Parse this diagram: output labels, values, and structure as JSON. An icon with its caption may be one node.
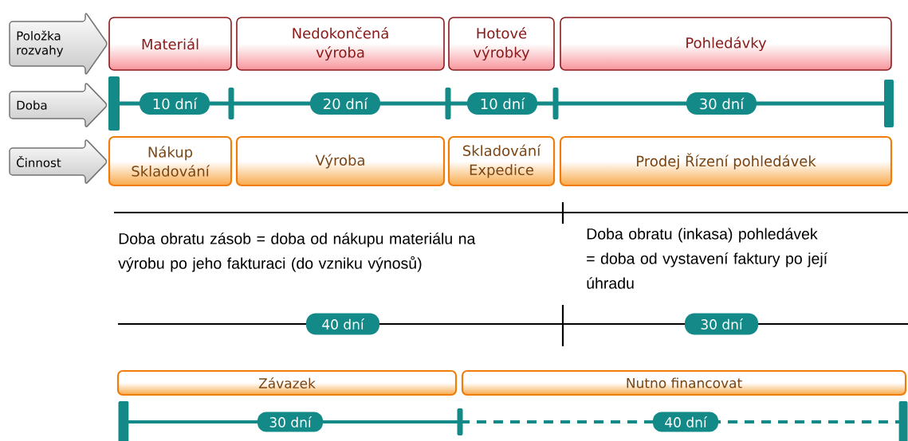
{
  "diagram": {
    "nodes": [
      {
        "text": [
          "Položka rozvahy"
        ]
      },
      {
        "text": [
          "Doba"
        ]
      },
      {
        "text": [
          "Činnost"
        ]
      },
      {
        "text": [
          "Materiál"
        ]
      },
      {
        "text": [
          "Nedokončená výroba"
        ]
      },
      {
        "text": [
          "Hotové výrobky"
        ]
      },
      {
        "text": [
          "Pohledávky"
        ]
      },
      {
        "text": [
          "10 dní"
        ]
      },
      {
        "text": [
          "20 dní"
        ]
      },
      {
        "text": [
          "10 dní"
        ]
      },
      {
        "text": [
          "30 dní"
        ]
      },
      {
        "text": [
          "Nákup Skladování"
        ]
      },
      {
        "text": [
          "Výroba"
        ]
      },
      {
        "text": [
          "Skladování Expedice"
        ]
      },
      {
        "text": [
          "Prodej Řízení pohledávek"
        ]
      },
      {
        "text": [
          "40 dní"
        ]
      },
      {
        "text": [
          "30 dní"
        ]
      },
      {
        "text": [
          "Závazek"
        ]
      },
      {
        "text": [
          "Nutno financovat"
        ]
      },
      {
        "text": [
          "30 dní"
        ]
      },
      {
        "text": [
          "40 dní"
        ]
      }
    ],
    "labels": [
      "Doba obratu zásob = doba od nákupu materiálu na výrobu po jeho fakturaci (do vzniku výnosů)",
      "Doba obratu (inkasa) pohledávek = doba od vystavení faktury po její úhradu"
    ]
  }
}
